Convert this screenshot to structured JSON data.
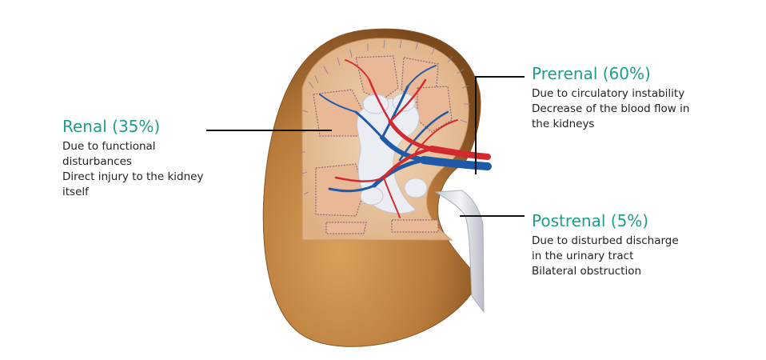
{
  "colors": {
    "title": "#1f9e8c",
    "text": "#222222",
    "leader": "#111111",
    "kidney_outer": "#b87a3a",
    "kidney_cortex": "#e8c29c",
    "artery": "#d42a2f",
    "vein": "#1f5aa8"
  },
  "labels": {
    "renal": {
      "title": "Renal (35%)",
      "description": "Due to functional\ndisturbances\nDirect injury to the kidney\nitself"
    },
    "prerenal": {
      "title": "Prerenal (60%)",
      "description": "Due to circulatory instability\nDecrease of the blood flow in\nthe kidneys"
    },
    "postrenal": {
      "title": "Postrenal (5%)",
      "description": "Due to disturbed discharge\nin the urinary tract\nBilateral obstruction"
    }
  },
  "illustration": {
    "subject": "kidney cross-section"
  }
}
